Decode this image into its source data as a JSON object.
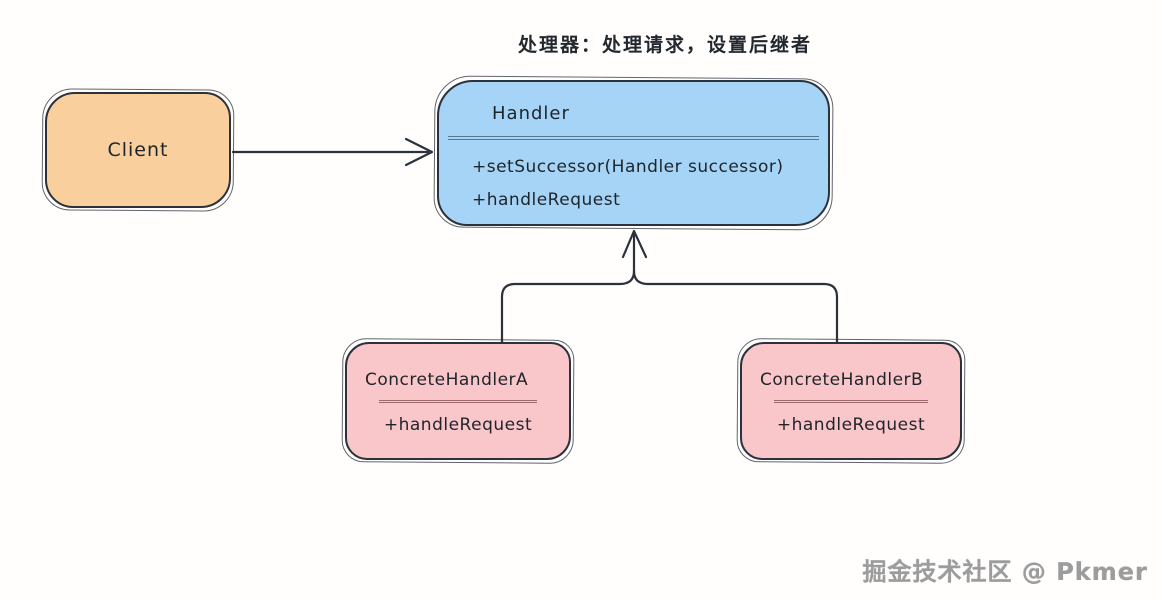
{
  "annotation": {
    "text": "处理器：处理请求，设置后继者"
  },
  "nodes": {
    "client": {
      "label": "Client"
    },
    "handler": {
      "title": "Handler",
      "methods": [
        "+setSuccessor(Handler successor)",
        "+handleRequest"
      ]
    },
    "concreteA": {
      "title": "ConcreteHandlerA",
      "methods": [
        "+handleRequest"
      ]
    },
    "concreteB": {
      "title": "ConcreteHandlerB",
      "methods": [
        "+handleRequest"
      ]
    }
  },
  "edges": {
    "client_to_handler": "association-arrow",
    "concrete_to_handler": "inheritance-arrow"
  },
  "watermark": {
    "text": "掘金技术社区 @ Pkmer"
  },
  "colors": {
    "client_fill": "#f9cf9e",
    "handler_fill": "#a6d4f7",
    "concrete_fill": "#f9c6ca",
    "stroke": "#2b323c",
    "handler_divider": "#53788f",
    "concrete_divider": "#9b686d",
    "watermark_gray": "#9c9c9c"
  }
}
